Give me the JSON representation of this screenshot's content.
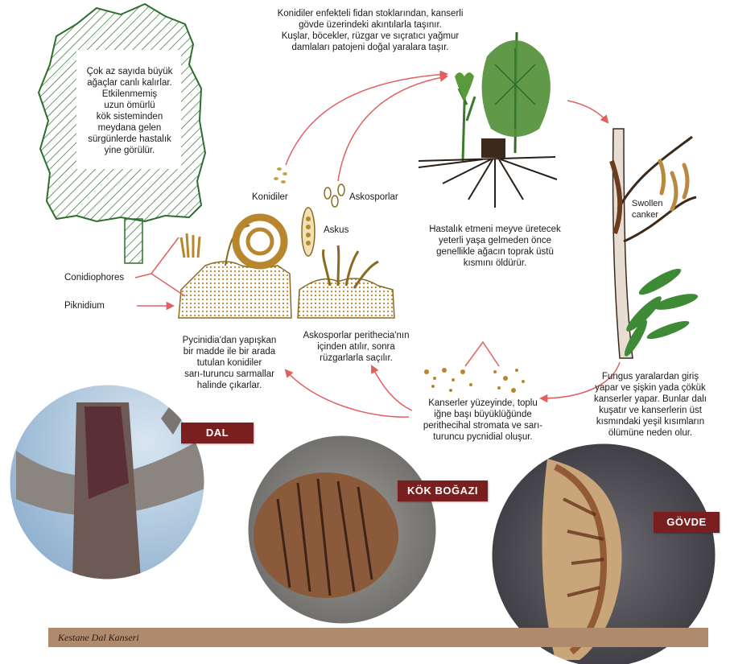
{
  "colors": {
    "tree_green": "#2d6e2d",
    "spore_tan": "#c9a04c",
    "arrow_red": "#e06060",
    "badge_bg": "#7a1f1f",
    "footer_bg": "#b08a6c"
  },
  "texts": {
    "large_tree_note": "Çok az sayıda büyük\nağaçlar canlı kalırlar.\nEtkilenmemiş\nuzun ömürlü\nkök sisteminden\nmeydana gelen\nsürgünlerde hastalık\nyine görülür.",
    "top_note": "Konidiler enfekteli fidan stoklarından, kanserli\ngövde üzerindeki akıntılarla taşınır.\nKuşlar, böcekler, rüzgar ve sıçratıcı yağmur\ndamlaları patojeni doğal yaralara taşır.",
    "sapling_note": "Hastalık etmeni meyve üretecek\nyeterli yaşa gelmeden önce\ngenellikle ağacın toprak üstü\nkısmını öldürür.",
    "fungus_note": "Fungus yaralardan giriş\nyapar ve şişkin yada çökük\nkanserler yapar. Bunlar dalı\nkuşatır ve kanserlerin üst\nkısmındaki yeşil kısımların\nölümüne neden olur.",
    "canker_note": "Kanserler yüzeyinde, toplu\niğne başı büyüklüğünde\nperithecihal stromata ve sarı-\nturuncu pycnidial oluşur.",
    "ascospore_note": "Askosporlar perithecia'nın\niçinden atılır, sonra\nrüzgarlarla saçılır.",
    "pycnidia_note": "Pycinidia'dan yapışkan\nbir madde ile bir arada\ntutulan konidiler\nsarı-turuncu sarmallar\nhalinde çıkarlar."
  },
  "labels": {
    "konidiler": "Konidiler",
    "askosporlar": "Askosporlar",
    "askus": "Askus",
    "conidiophores": "Conidiophores",
    "piknidium": "Piknidium",
    "swollen_canker": "Swollen\ncanker"
  },
  "badges": {
    "dal": "DAL",
    "kok_bogazi": "KÖK BOĞAZI",
    "govde": "GÖVDE"
  },
  "footer": {
    "title": "Kestane Dal Kanseri"
  }
}
